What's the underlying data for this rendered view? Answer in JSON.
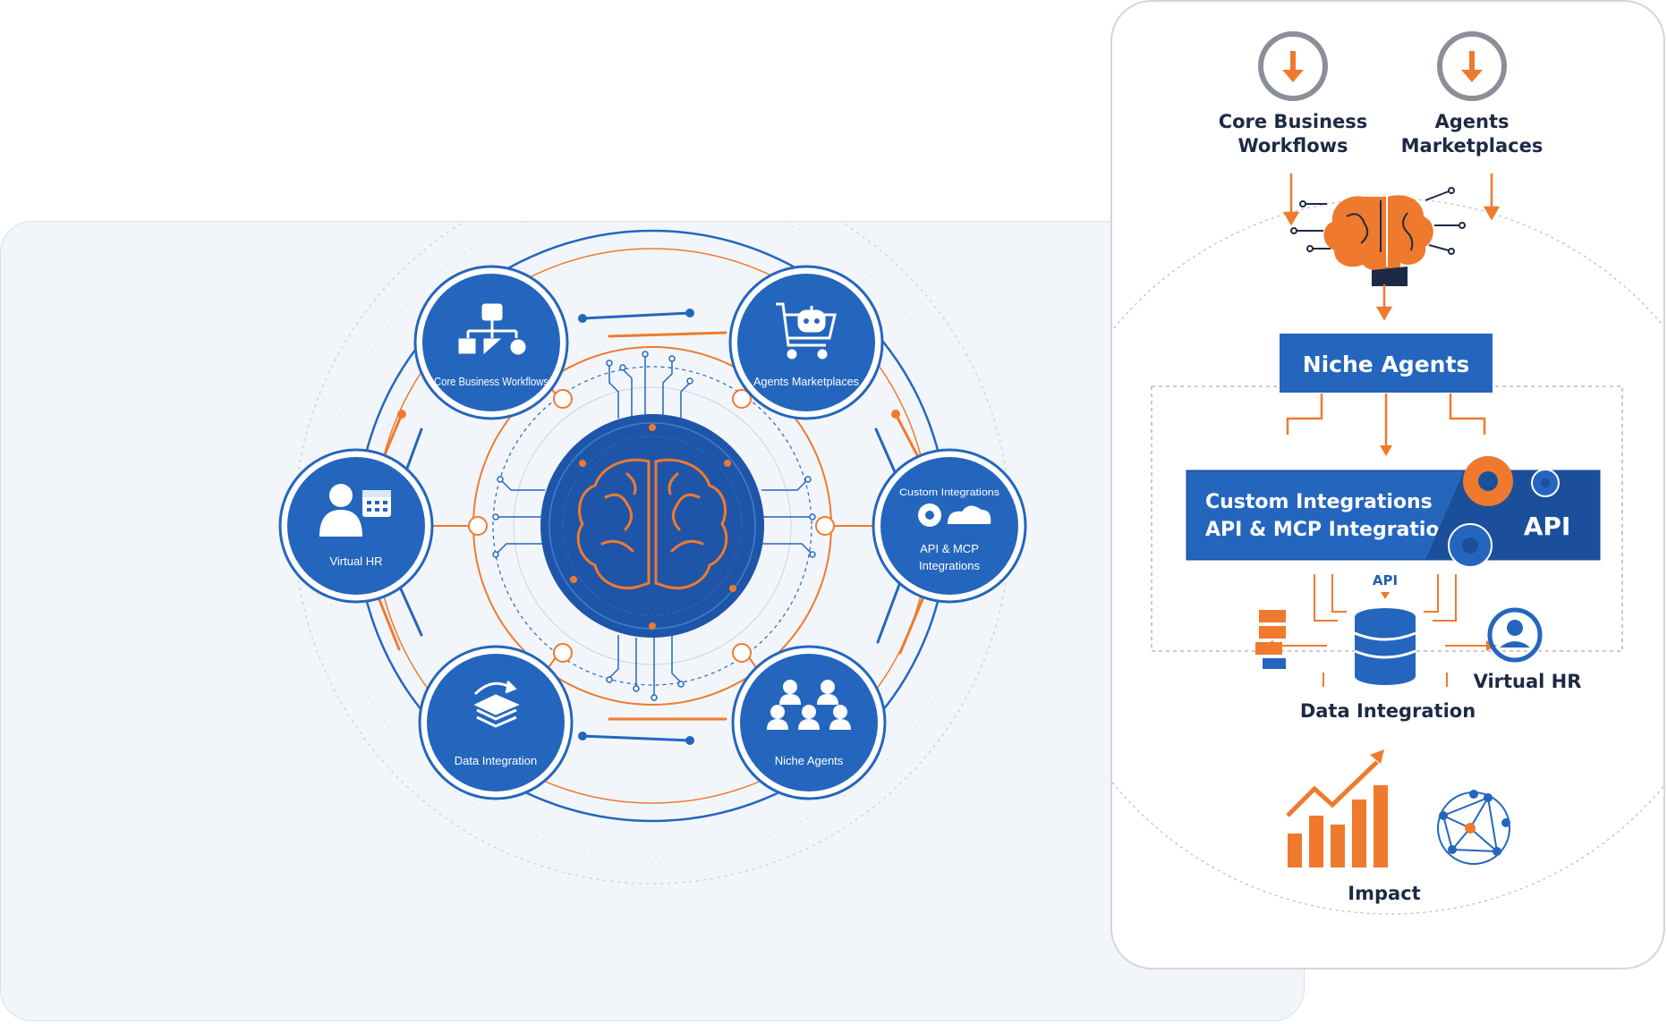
{
  "hub_diagram": {
    "nodes": [
      {
        "id": "core",
        "label": "Core Business Workflows"
      },
      {
        "id": "market",
        "label": "Agents Marketplaces"
      },
      {
        "id": "hr",
        "label": "Virtual HR"
      },
      {
        "id": "custom",
        "label_line1": "Custom Integrations",
        "label_line2": "API & MCP",
        "label_line3": "Integrations"
      },
      {
        "id": "data",
        "label": "Data Integration"
      },
      {
        "id": "niche",
        "label": "Niche Agents"
      }
    ]
  },
  "flow_diagram": {
    "inputs": [
      {
        "line1": "Core Business",
        "line2": "Workflows"
      },
      {
        "line1": "Agents",
        "line2": "Marketplaces"
      }
    ],
    "niche_agents": "Niche Agents",
    "custom_line1": "Custom Integrations",
    "custom_line2": "API & MCP Integrations",
    "api_badge": "API",
    "api_small": "API",
    "data_integration": "Data Integration",
    "virtual_hr": "Virtual HR",
    "impact": "Impact"
  },
  "colors": {
    "primary_blue": "#2466bd",
    "dark_blue": "#1b4f9c",
    "orange": "#ef7a2e",
    "navy": "#1c2a45",
    "gray": "#8a8f98"
  }
}
